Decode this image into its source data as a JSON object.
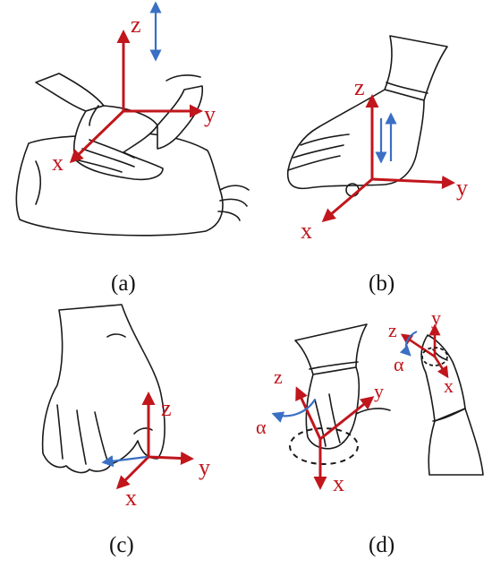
{
  "colors": {
    "axis": "#c0161c",
    "motion": "#3a6fc4",
    "sketch": "#1a1a1a"
  },
  "panels": [
    {
      "caption": "(a)",
      "axes": {
        "x": "x",
        "y": "y",
        "z": "z"
      },
      "motion": "vertical-double-arrow"
    },
    {
      "caption": "(b)",
      "axes": {
        "x": "x",
        "y": "y",
        "z": "z"
      },
      "motion": "up-down-arrow-pair"
    },
    {
      "caption": "(c)",
      "axes": {
        "x": "x",
        "y": "y",
        "z": "z"
      },
      "motion": "lateral-arrow"
    },
    {
      "caption": "(d)",
      "axes": {
        "x": "x",
        "y": "y",
        "z": "z",
        "rotation": "α"
      },
      "inset_axes": {
        "x": "x",
        "y": "y",
        "z": "z",
        "rotation": "α"
      },
      "motion": "rotation-arrow"
    }
  ]
}
